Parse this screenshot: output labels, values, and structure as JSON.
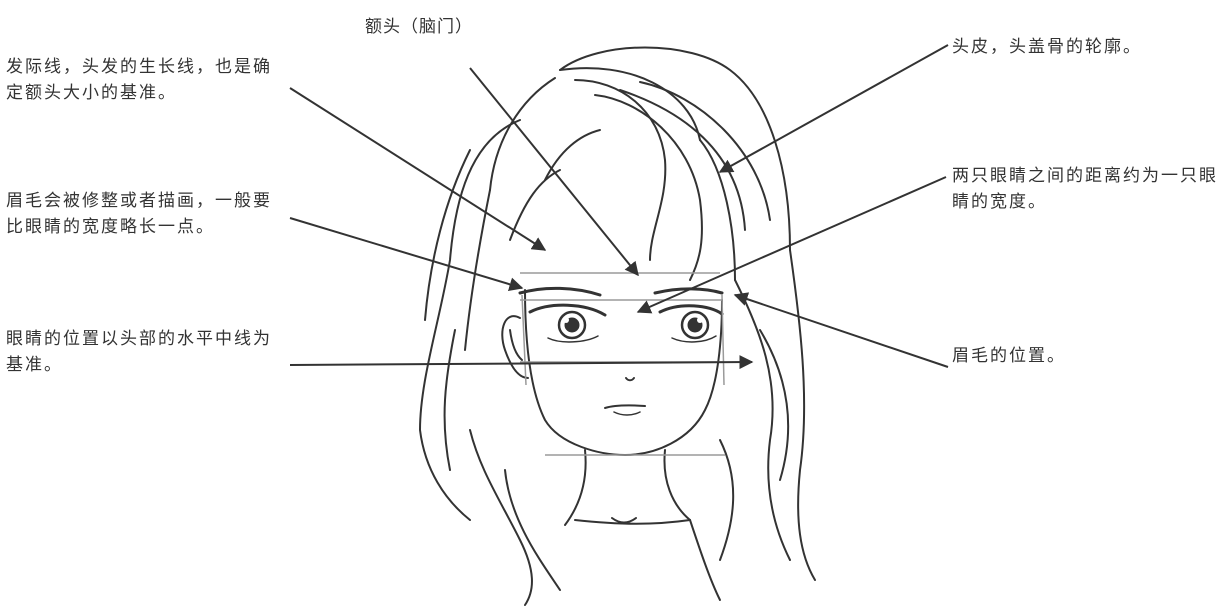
{
  "labels": {
    "forehead": "额头（脑门）",
    "hairline": "发际线，头发的生长线，也是确定额头大小的基准。",
    "scalp": "头皮，头盖骨的轮廓。",
    "eyebrow_trim": "眉毛会被修整或者描画，一般要比眼睛的宽度略长一点。",
    "eye_distance": "两只眼睛之间的距离约为一只眼睛的宽度。",
    "eye_position": "眼睛的位置以头部的水平中线为基准。",
    "eyebrow_position": "眉毛的位置。"
  },
  "colors": {
    "ink": "#333333",
    "guide": "#9a9a9a",
    "background": "#ffffff"
  }
}
